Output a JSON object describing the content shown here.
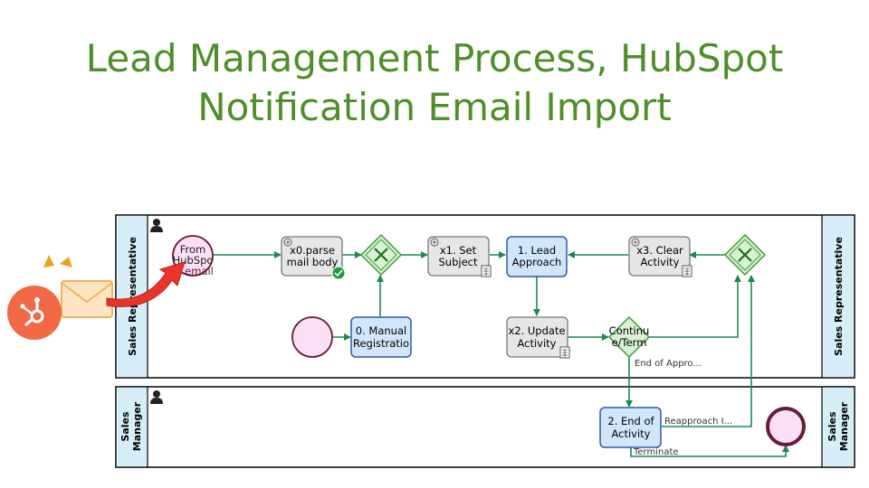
{
  "title": {
    "line1": "Lead Management Process, HubSpot",
    "line2": "Notification Email Import"
  },
  "colors": {
    "title": "#4e8f2b",
    "lane_header": "#d6eef8",
    "flow": "#1a8a50",
    "task_gray": "#e6e6e6",
    "task_blue": "#d2e6fb",
    "gateway": "#d9f2d4",
    "event_fill": "#fbe0f5",
    "end_event_stroke": "#6b1a3a",
    "hubspot": "#f26a45",
    "arrow_red": "#e8342a"
  },
  "lanes": {
    "sales_rep": "Sales Representative",
    "sales_manager_line1": "Sales",
    "sales_manager_line2": "Manager"
  },
  "events": {
    "start_email_line1": "From",
    "start_email_line2": "HubSpo",
    "start_email_line3": "email"
  },
  "tasks": {
    "x0_line1": "x0.parse",
    "x0_line2": "mail body",
    "manual_line1": "0. Manual",
    "manual_line2": "Registratio",
    "x1_line1": "x1. Set",
    "x1_line2": "Subject",
    "lead_line1": "1. Lead",
    "lead_line2": "Approach",
    "x3_line1": "x3. Clear",
    "x3_line2": "Activity",
    "x2_line1": "x2. Update",
    "x2_line2": "Activity",
    "end_act_line1": "2. End of",
    "end_act_line2": "Activity"
  },
  "gateways": {
    "continue_line1": "Continu",
    "continue_line2": "e/Term"
  },
  "flow_labels": {
    "end_of_approach": "End of Appro...",
    "reapproach": "Reapproach I...",
    "terminate": "Terminate"
  },
  "icons": [
    "hubspot-logo-icon",
    "envelope-icon",
    "person-icon",
    "gear-icon",
    "calculator-icon",
    "check-badge-icon",
    "curved-arrow-icon"
  ]
}
